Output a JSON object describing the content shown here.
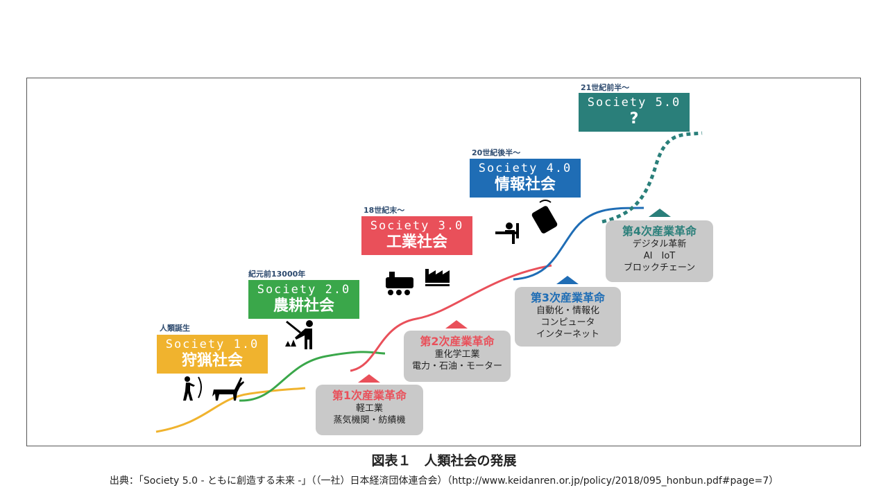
{
  "societies": [
    {
      "era": "人類誕生",
      "name": "Society 1.0",
      "label": "狩猟社会",
      "color": "#f0b32e"
    },
    {
      "era": "紀元前13000年",
      "name": "Society 2.0",
      "label": "農耕社会",
      "color": "#3aa74a"
    },
    {
      "era": "18世紀末～",
      "name": "Society 3.0",
      "label": "工業社会",
      "color": "#e9505a"
    },
    {
      "era": "20世紀後半～",
      "name": "Society 4.0",
      "label": "情報社会",
      "color": "#1f6db5"
    },
    {
      "era": "21世紀前半～",
      "name": "Society 5.0",
      "label": "?",
      "color": "#2a7f7a"
    }
  ],
  "revolutions": [
    {
      "title": "第1次産業革命",
      "lines": [
        "軽工業",
        "蒸気機関・紡績機"
      ],
      "color": "#e9505a"
    },
    {
      "title": "第2次産業革命",
      "lines": [
        "重化学工業",
        "電力・石油・モーター"
      ],
      "color": "#e9505a"
    },
    {
      "title": "第3次産業革命",
      "lines": [
        "自動化・情報化",
        "コンピュータ",
        "インターネット"
      ],
      "color": "#1f6db5"
    },
    {
      "title": "第4次産業革命",
      "lines": [
        "デジタル革新",
        "AI　IoT",
        "ブロックチェーン"
      ],
      "color": "#2a7f7a"
    }
  ],
  "caption": {
    "title": "図表１　人類社会の発展",
    "source": "出典：「Society 5.0 - ともに創造する未来 -」（（一社）日本経済団体連合会）（http://www.keidanren.or.jp/policy/2018/095_honbun.pdf#page=7）"
  }
}
